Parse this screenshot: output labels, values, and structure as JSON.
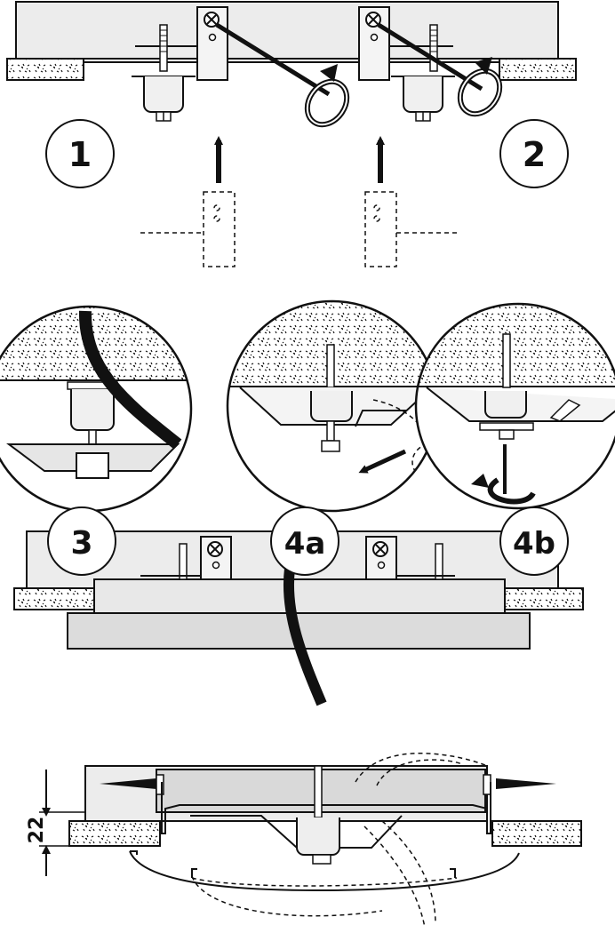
{
  "steps": {
    "step1": "1",
    "step2": "2",
    "step3": "3",
    "step4a": "4a",
    "step4b": "4b"
  },
  "dimension": {
    "value": "22"
  },
  "colors": {
    "line": "#111111",
    "panel_fill": "#ececec",
    "diffuser_fill": "#dcdcdc",
    "cement_fill": "#ffffff",
    "background": "#ffffff"
  },
  "icons": [
    "up-arrow-icon",
    "rotate-arrow-icon",
    "screw-head-icon",
    "bolt-icon"
  ]
}
